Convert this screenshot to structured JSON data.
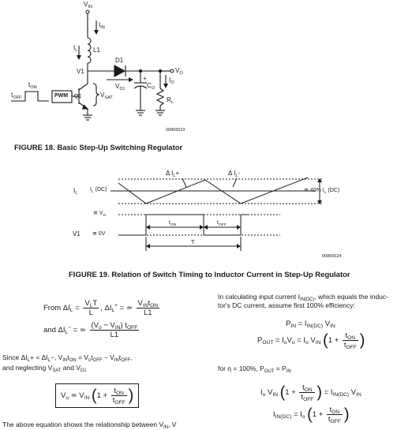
{
  "fig18": {
    "caption": "FIGURE 18. Basic Step-Up Switching Regulator",
    "code": "00865523",
    "labels": {
      "vin": "V",
      "vin_sub": "IN",
      "iin": "I",
      "iin_sub": "IN",
      "il": "I",
      "il_sub": "L",
      "l1": "L1",
      "v1": "V1",
      "d1": "D1",
      "vd1": "V",
      "vd1_sub": "D1",
      "plus": "+",
      "co": "C",
      "co_sub": "O",
      "vo": "V",
      "vo_sub": "O",
      "io": "I",
      "io_sub": "O",
      "rl": "R",
      "rl_sub": "L",
      "q1": "Q1",
      "vsat": "V",
      "vsat_sub": "SAT",
      "pwm": "PWM",
      "ton": "t",
      "ton_sub": "ON",
      "toff": "t",
      "toff_sub": "OFF"
    }
  },
  "fig19": {
    "caption": "FIGURE 19. Relation of Switch Timing to Inductor Current in Step-Up Regulator",
    "code": "00865524",
    "labels": {
      "dil_plus": "Δ I",
      "dil_plus_sub": "L",
      "dil_plus_sup": "+",
      "dil_minus": "Δ I",
      "dil_minus_sub": "L",
      "dil_minus_sup": "-",
      "il": "I",
      "il_sub": "L",
      "il_dc": "I",
      "il_dc_sub": "L",
      "il_dc_suffix": "(DC)",
      "pct": "≅ 40% I",
      "pct_sub": "L",
      "pct_suffix": "(DC)",
      "vo_lvl": "≅ V",
      "vo_lvl_sub": "O",
      "v1": "V1",
      "zero": "≅ 0V",
      "ton": "t",
      "ton_sub": "ON",
      "toff": "t",
      "toff_sub": "OFF",
      "t": "T"
    }
  },
  "left": {
    "from": "From ΔI",
    "from_sub": "L",
    "eq1_rel": "=",
    "eq1_num": "V",
    "eq1_num_sub": "L",
    "eq1_num_suffix": "T",
    "eq1_den": "L",
    "eq1_mid": ", ΔI",
    "eq1_mid_sub": "L",
    "eq1_mid_sup": "+",
    "eq1_rel2": "= ≃",
    "eq1_num2": "V",
    "eq1_num2_sub": "IN",
    "eq1_num2_t": "t",
    "eq1_num2_t_sub": "ON",
    "eq1_den2": "L1",
    "and": "and ΔI",
    "and_sub": "L",
    "and_sup": "−",
    "and_rel": "= ≃",
    "eq2_num": "(V",
    "eq2_num_sub": "o",
    "eq2_num_mid": " − V",
    "eq2_num_sub2": "IN",
    "eq2_num_tail": ") t",
    "eq2_num_sub3": "OFF",
    "eq2_den": "L1",
    "since1": "Since ΔI",
    "since1_sub": "L",
    "since1_rest": "+ = ΔI",
    "since1_sub2": "L",
    "since1_rest2": "−, V",
    "since1_sub3": "IN",
    "since1_rest3": "t",
    "since1_sub4": "ON",
    "since1_rest4": " = V",
    "since1_sub5": "o",
    "since1_rest5": "t",
    "since1_sub6": "OFF",
    "since1_rest6": " − V",
    "since1_sub7": "IN",
    "since1_rest7": "t",
    "since1_sub8": "OFF",
    "since1_end": ",",
    "since2": "and neglecting V",
    "since2_sub": "SAT",
    "since2_mid": " and V",
    "since2_sub2": "D1",
    "box_lhs": "V",
    "box_lhs_sub": "o",
    "box_rel": "≃ V",
    "box_rel_sub": "IN",
    "box_one": "1 +",
    "box_num": "t",
    "box_num_sub": "ON",
    "box_den": "t",
    "box_den_sub": "OFF",
    "bottom": "The above equation shows the relationship between V",
    "bottom_sub": "IN",
    "bottom_tail": ", V"
  },
  "right": {
    "p1": "In calculating input current I",
    "p1_sub": "IN(DC)",
    "p1_tail": ", which equals the induc-",
    "p2": "tor's DC current, assume first 100% efficiency:",
    "pin_lhs": "P",
    "pin_lhs_sub": "IN",
    "pin_rhs": "= I",
    "pin_rhs_sub": "IN(DC)",
    "pin_tail": " V",
    "pin_tail_sub": "IN",
    "pout_lhs": "P",
    "pout_lhs_sub": "OUT",
    "pout_rhs": "= I",
    "pout_rhs_sub": "o",
    "pout_mid": "V",
    "pout_mid_sub": "o",
    "pout_mid2": " = I",
    "pout_mid2_sub": "o",
    "pout_mid3": " V",
    "pout_mid3_sub": "IN",
    "pout_one": "1 +",
    "pout_num": "t",
    "pout_num_sub": "ON",
    "pout_den": "t",
    "pout_den_sub": "OFF",
    "eta": "for η = 100%, P",
    "eta_sub": "OUT",
    "eta_tail": " = P",
    "eta_tail_sub": "IN",
    "e3_lhs": "I",
    "e3_lhs_sub": "o",
    "e3_lhs2": " V",
    "e3_lhs2_sub": "IN",
    "e3_one": "1 +",
    "e3_num": "t",
    "e3_num_sub": "ON",
    "e3_den": "t",
    "e3_den_sub": "OFF",
    "e3_rhs": "= I",
    "e3_rhs_sub": "IN(DC)",
    "e3_rhs2": " V",
    "e3_rhs2_sub": "IN",
    "e4_lhs": "I",
    "e4_lhs_sub": "IN(DC)",
    "e4_rel": "= I",
    "e4_rel_sub": "o",
    "e4_one": "1 +",
    "e4_num": "t",
    "e4_num_sub": "ON",
    "e4_den": "t",
    "e4_den_sub": "OFF"
  }
}
